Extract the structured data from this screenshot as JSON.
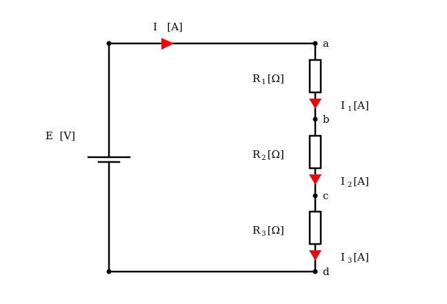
{
  "colors": {
    "wire": "#000000",
    "arrow": "#ff0000",
    "background": "#ffffff"
  },
  "source": {
    "label": "E  [V]"
  },
  "main_current": {
    "label": "I   [A]"
  },
  "nodes": {
    "a": "a",
    "b": "b",
    "c": "c",
    "d": "d"
  },
  "resistors": [
    {
      "main": "R",
      "sub": "1",
      "unit": "[Ω]"
    },
    {
      "main": "R",
      "sub": "2",
      "unit": "[Ω]"
    },
    {
      "main": "R",
      "sub": "3",
      "unit": "[Ω]"
    }
  ],
  "branch_currents": [
    {
      "main": "I",
      "sub": "1",
      "unit": "[A]"
    },
    {
      "main": "I",
      "sub": "2",
      "unit": "[A]"
    },
    {
      "main": "I",
      "sub": "3",
      "unit": "[A]"
    }
  ]
}
